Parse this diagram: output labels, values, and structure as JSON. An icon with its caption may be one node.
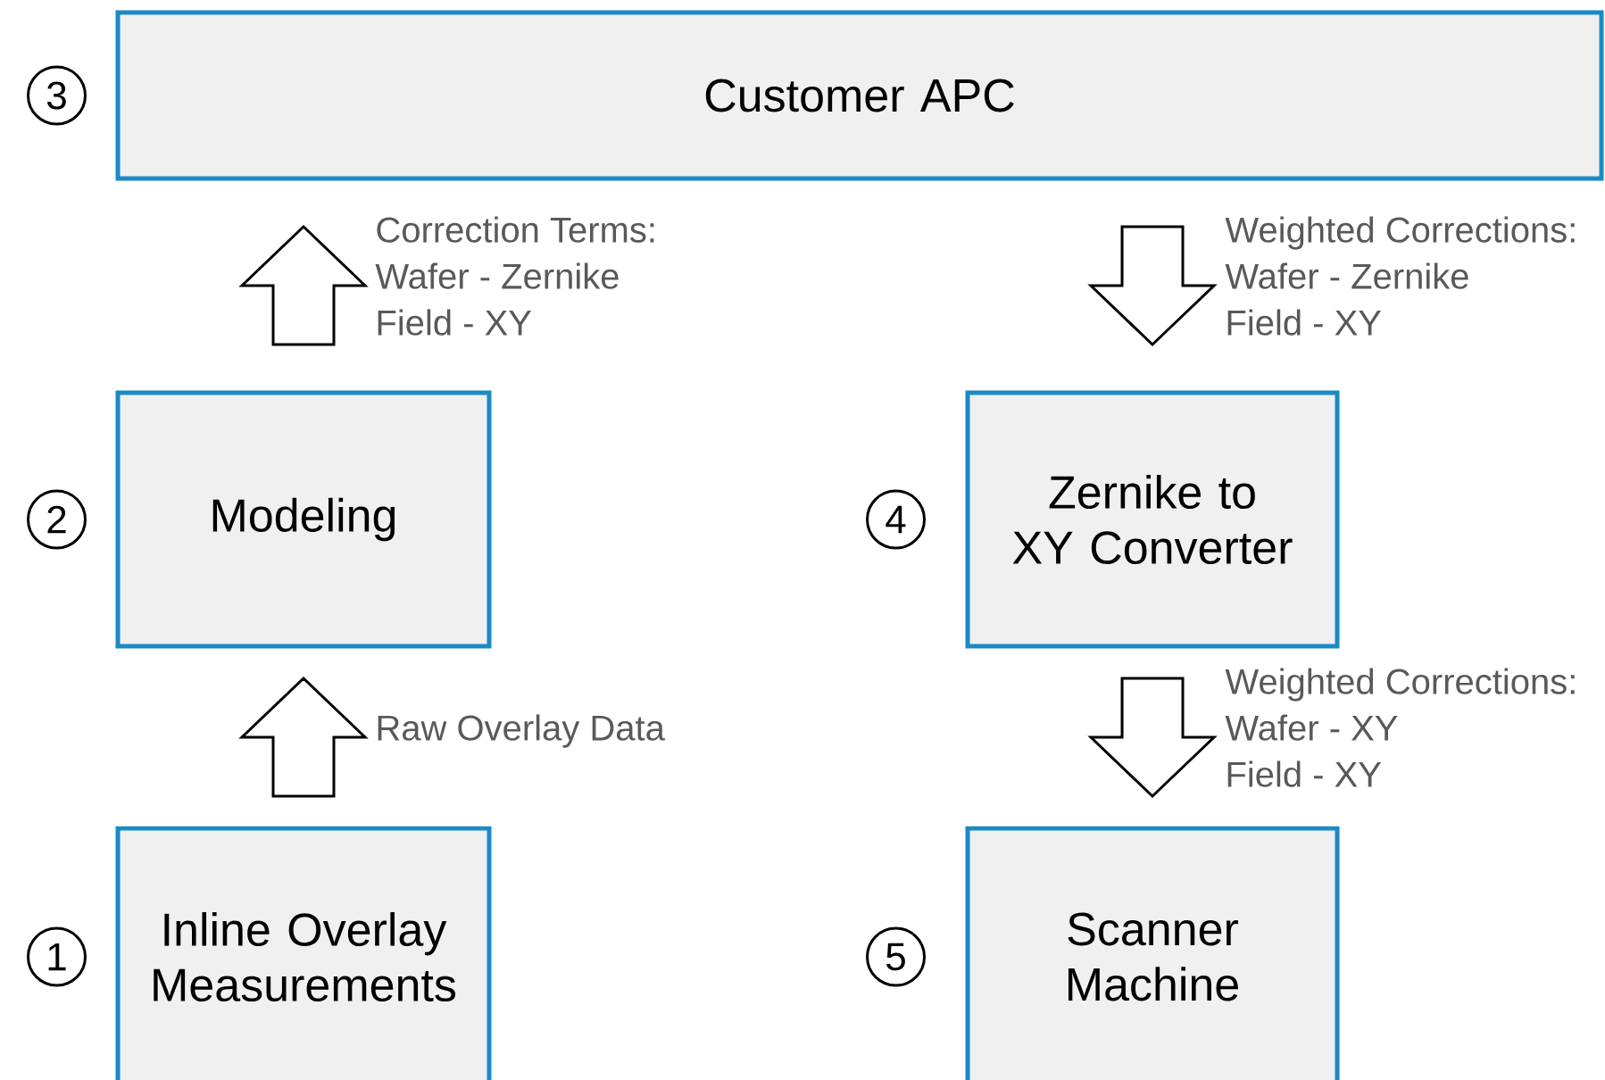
{
  "diagram": {
    "nodes": [
      {
        "text": [
          "Customer APC"
        ],
        "beside": [
          "3"
        ]
      },
      {
        "text": [
          "Modeling"
        ],
        "beside": [
          "2"
        ]
      },
      {
        "text": [
          "Zernike to XY Converter"
        ],
        "beside": [
          "4"
        ]
      },
      {
        "text": [
          "Inline Overlay Measurements"
        ],
        "beside": [
          "1"
        ]
      },
      {
        "text": [
          "Scanner Machine"
        ],
        "beside": [
          "5"
        ]
      }
    ],
    "edges": [
      {
        "from": 3,
        "to": 1,
        "arrow": "to",
        "label": "Raw Overlay Data"
      },
      {
        "from": 1,
        "to": 0,
        "arrow": "to",
        "label": "Correction Terms: Wafer - Zernike Field - XY"
      },
      {
        "from": 0,
        "to": 2,
        "arrow": "to",
        "label": "Weighted Corrections: Wafer - Zernike Field - XY"
      },
      {
        "from": 2,
        "to": 4,
        "arrow": "to",
        "label": "Weighted Corrections: Wafer - XY Field - XY"
      }
    ]
  }
}
